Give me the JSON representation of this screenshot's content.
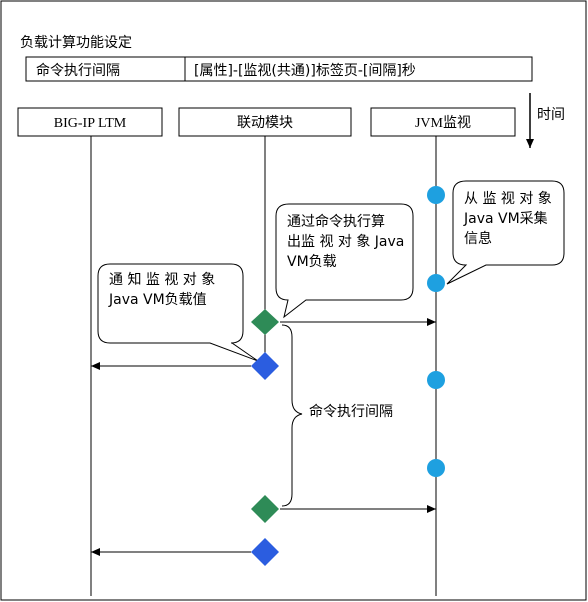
{
  "title": "负载计算功能设定",
  "setting": {
    "label": "命令执行间隔",
    "value": "[属性]-[监视(共通)]标签页-[间隔]秒"
  },
  "time_label": "时间",
  "lanes": {
    "bigip": "BIG-IP LTM",
    "link": "联动模块",
    "jvm": "JVM监视"
  },
  "callouts": {
    "collect": [
      "从 监 视 对 象",
      "Java  VM采集",
      "信息"
    ],
    "calc": [
      "通过命令执行算",
      "出监 视 对 象 Java",
      "VM负载"
    ],
    "notify": [
      "通 知 监 视 对 象",
      "Java VM负载值"
    ]
  },
  "interval_label": "命令执行间隔",
  "colors": {
    "jvm_event": "#1ea0e0",
    "calc_event": "#2e8b57",
    "notify_event": "#2b5de0",
    "border": "#000000"
  }
}
